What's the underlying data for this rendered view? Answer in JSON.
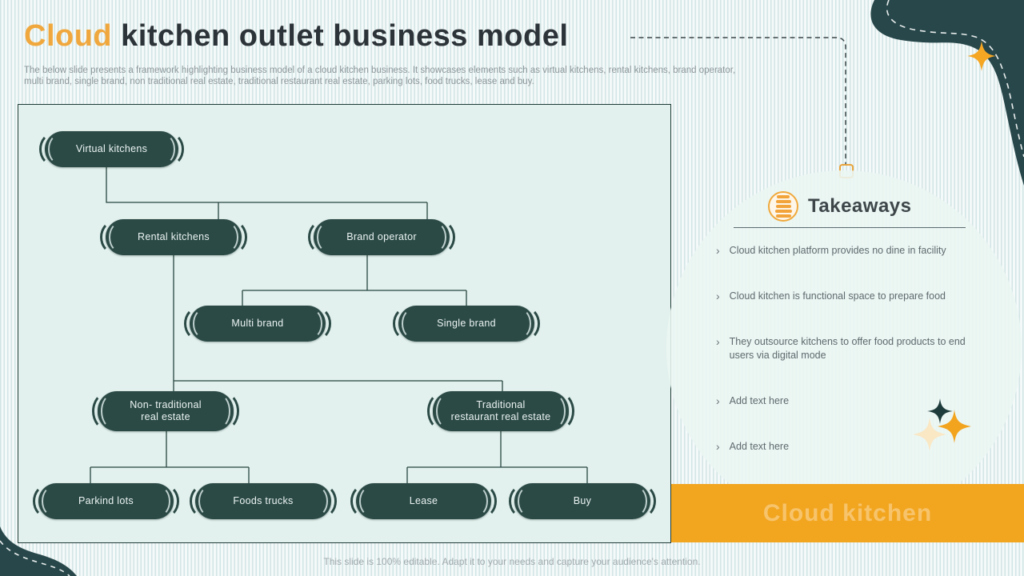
{
  "slide": {
    "title": {
      "highlight": "Cloud",
      "rest": "kitchen outlet business model"
    },
    "subtitle": "The below slide presents a framework highlighting business model of a cloud kitchen business. It showcases elements such as virtual kitchens, rental kitchens, brand operator, multi brand, single brand, non traditional real estate, traditional restaurant real estate, parking lots, food trucks, lease and buy.",
    "footer": "This slide is 100% editable. Adapt it to your needs and capture your audience's attention."
  },
  "diagram": {
    "type": "org-chart",
    "nodes": [
      {
        "id": "virtual",
        "label": "Virtual kitchens",
        "parent": null
      },
      {
        "id": "rental",
        "label": "Rental kitchens",
        "parent": "virtual"
      },
      {
        "id": "brand",
        "label": "Brand operator",
        "parent": "virtual"
      },
      {
        "id": "multi",
        "label": "Multi brand",
        "parent": "brand"
      },
      {
        "id": "single",
        "label": "Single brand",
        "parent": "brand"
      },
      {
        "id": "nontrad",
        "label": "Non- traditional\nreal estate",
        "parent": "rental"
      },
      {
        "id": "trad",
        "label": "Traditional\nrestaurant real estate",
        "parent": "rental"
      },
      {
        "id": "parking",
        "label": "Parkind lots",
        "parent": "nontrad"
      },
      {
        "id": "foods",
        "label": "Foods trucks",
        "parent": "nontrad"
      },
      {
        "id": "lease",
        "label": "Lease",
        "parent": "trad"
      },
      {
        "id": "buy",
        "label": "Buy",
        "parent": "trad"
      }
    ]
  },
  "takeaways": {
    "icon": "notes-stack-icon",
    "title": "Takeaways",
    "bullet_marker": "›",
    "bullets": [
      "Cloud kitchen platform provides no dine in facility",
      "Cloud kitchen is functional space to prepare food",
      "They outsource kitchens to offer food products to end users via digital mode",
      "Add text here",
      "Add text here"
    ]
  },
  "banner": {
    "label": "Cloud kitchen"
  },
  "colors": {
    "accent_orange": "#F2A51F",
    "title_orange": "#F0A83E",
    "dark_teal": "#2b4a46",
    "blob_teal": "#27474a",
    "chart_box_bg": "#e2f1ed",
    "circle_bg": "#eaf6f2",
    "text_dark": "#2d3439",
    "text_gray": "#5e696d",
    "star_cream": "#FAE7C4"
  }
}
